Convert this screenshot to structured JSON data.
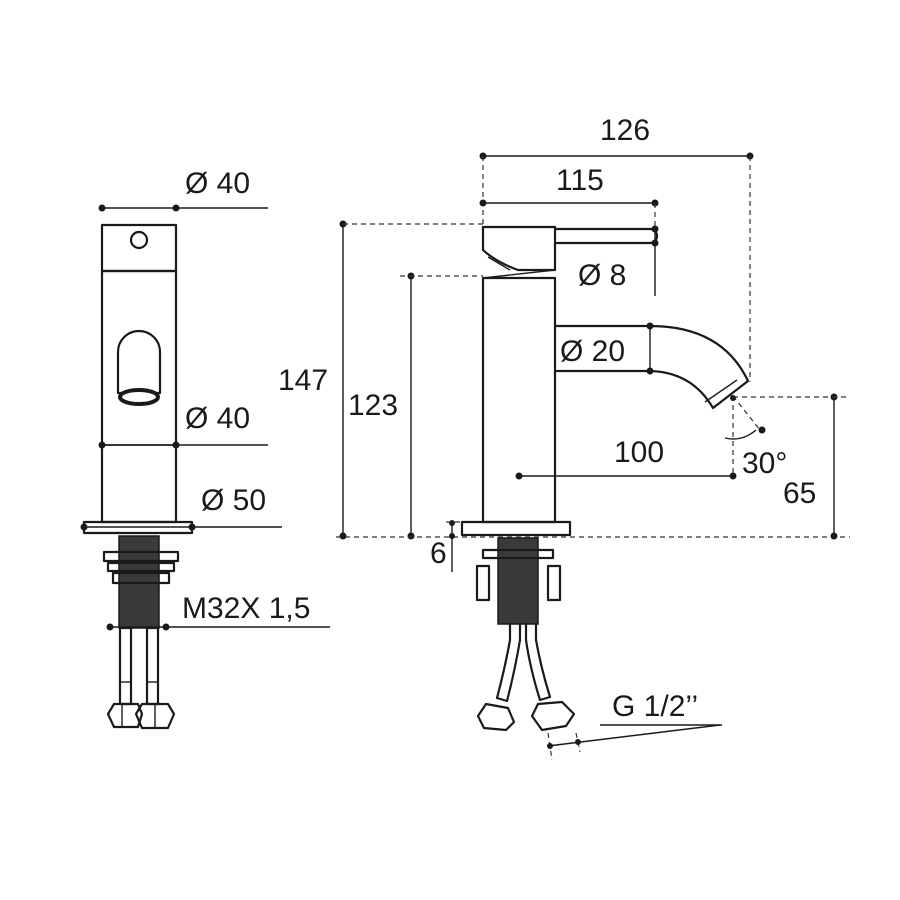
{
  "front_view": {
    "lever_diameter": "Ø 40",
    "body_diameter": "Ø 40",
    "base_diameter": "Ø 50",
    "thread": "M32X 1,5"
  },
  "side_view": {
    "overall_length": "126",
    "handle_length": "115",
    "handle_diameter": "Ø 8",
    "spout_diameter": "Ø 20",
    "total_height": "147",
    "spout_height": "123",
    "outlet_reach": "100",
    "outlet_angle": "30°",
    "outlet_height": "65",
    "base_thickness": "6",
    "hose_connection": "G 1/2’’"
  }
}
